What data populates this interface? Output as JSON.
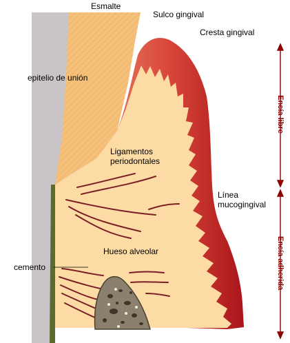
{
  "labels": {
    "esmalte": "Esmalte",
    "sulco_gingival": "Sulco gingival",
    "cresta_gingival": "Cresta gingival",
    "epitelio_union": "epitelio de unión",
    "ligamentos": [
      "Ligamentos",
      "periodontales"
    ],
    "linea_mucogingival": [
      "Línea",
      "mucogingival"
    ],
    "hueso_alveolar": "Hueso alveolar",
    "cemento": "cemento"
  },
  "side_labels": {
    "encia_libre": "Encía libre",
    "encia_adherida": "Encía adherida"
  },
  "colors": {
    "tooth_root": "#c8c4c8",
    "enamel": "#f5c07a",
    "dentin_body": "#fcdba5",
    "gingiva_outer": "#c8201c",
    "gingiva_inner": "#e98a68",
    "ligament": "#7a1f24",
    "bone": "#8b7f6e",
    "side_text": "#8b0000"
  }
}
